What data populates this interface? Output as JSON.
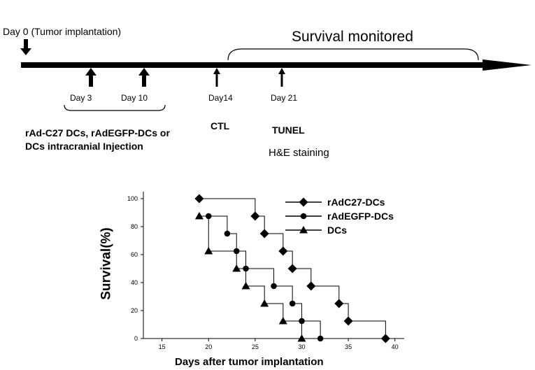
{
  "timeline": {
    "day0_label": "Day 0 (Tumor implantation)",
    "survival_monitored_label": "Survival monitored",
    "day3_label": "Day 3",
    "day10_label": "Day  10",
    "day14_label": "Day14",
    "day21_label": "Day 21",
    "injection_label_line1": "rAd-C27 DCs, rAdEGFP-DCs or",
    "injection_label_line2": "DCs intracranial  Injection",
    "ctl_label": "CTL",
    "tunel_label": "TUNEL",
    "he_label": "H&E staining"
  },
  "chart_data": {
    "type": "line",
    "step": true,
    "xlabel": "Days after tumor implantation",
    "ylabel": "Survival(%)",
    "xlim": [
      13,
      41
    ],
    "ylim": [
      0,
      105
    ],
    "xticks": [
      15,
      20,
      25,
      30,
      35,
      40
    ],
    "yticks": [
      0,
      20,
      40,
      60,
      80,
      100
    ],
    "grid": false,
    "legend_position": "top-right",
    "series": [
      {
        "name": "rAdC27-DCs",
        "marker": "diamond",
        "x": [
          19,
          25,
          26,
          28,
          29,
          31,
          34,
          35,
          39
        ],
        "y": [
          100,
          87.5,
          75,
          62.5,
          50,
          37.5,
          25,
          12.5,
          0
        ]
      },
      {
        "name": "rAdEGFP-DCs",
        "marker": "circle",
        "x": [
          20,
          22,
          23,
          24,
          27,
          29,
          30,
          32
        ],
        "y": [
          87.5,
          75,
          62.5,
          50,
          37.5,
          25,
          12.5,
          0
        ]
      },
      {
        "name": "DCs",
        "marker": "triangle",
        "x": [
          19,
          20,
          23,
          24,
          26,
          28,
          30
        ],
        "y": [
          87.5,
          62.5,
          50,
          37.5,
          25,
          12.5,
          0
        ]
      }
    ]
  }
}
